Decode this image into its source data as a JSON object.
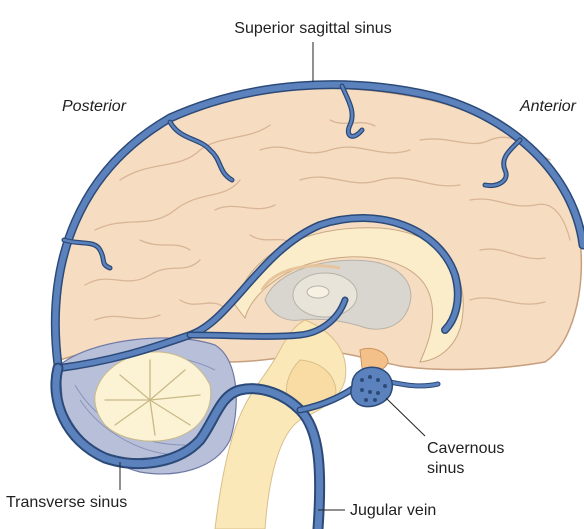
{
  "diagram": {
    "labels": {
      "superior_sagittal_sinus": "Superior sagittal sinus",
      "posterior": "Posterior",
      "anterior": "Anterior",
      "cavernous_sinus_line1": "Cavernous",
      "cavernous_sinus_line2": "sinus",
      "transverse_sinus": "Transverse sinus",
      "jugular_vein": "Jugular vein"
    },
    "colors": {
      "brain_tissue": "#f6dcc0",
      "brain_outline": "#c79f7e",
      "vein_blue": "#5b82bd",
      "vein_outline": "#2c4a78",
      "cerebellum_pale": "#fbf3d3",
      "brainstem": "#fbe8b8",
      "ventricle_gray": "#d9d6d0"
    }
  }
}
